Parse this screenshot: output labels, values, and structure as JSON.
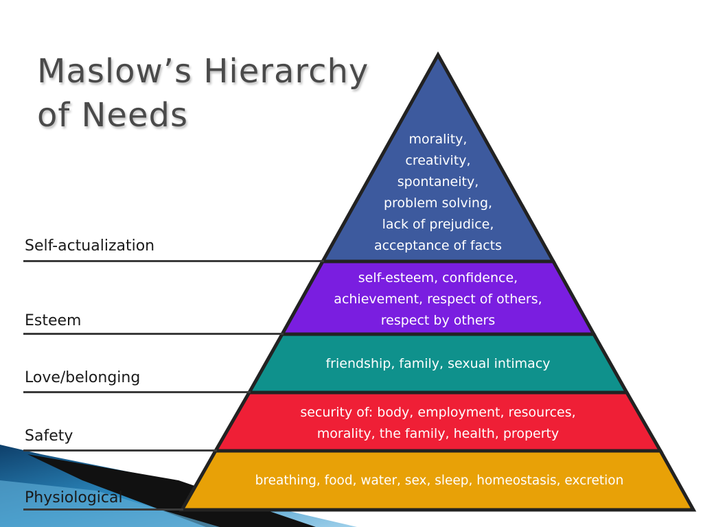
{
  "title": {
    "line1": "Maslow’s Hierarchy",
    "line2": "of Needs"
  },
  "levels": [
    {
      "name": "Self-actualization",
      "color": "#3d5a9e",
      "lines": [
        "morality,",
        "creativity,",
        "spontaneity,",
        "problem solving,",
        "lack of prejudice,",
        "acceptance of facts"
      ]
    },
    {
      "name": "Esteem",
      "color": "#7a1ee0",
      "lines": [
        "self-esteem, confidence,",
        "achievement, respect of others,",
        "respect by others"
      ]
    },
    {
      "name": "Love/belonging",
      "color": "#0f918c",
      "lines": [
        "friendship, family, sexual intimacy"
      ]
    },
    {
      "name": "Safety",
      "color": "#ef1f36",
      "lines": [
        "security of: body, employment, resources,",
        "morality, the family, health, property"
      ]
    },
    {
      "name": "Physiological",
      "color": "#e8a107",
      "lines": [
        "breathing, food, water, sex, sleep, homeostasis, excretion"
      ]
    }
  ]
}
